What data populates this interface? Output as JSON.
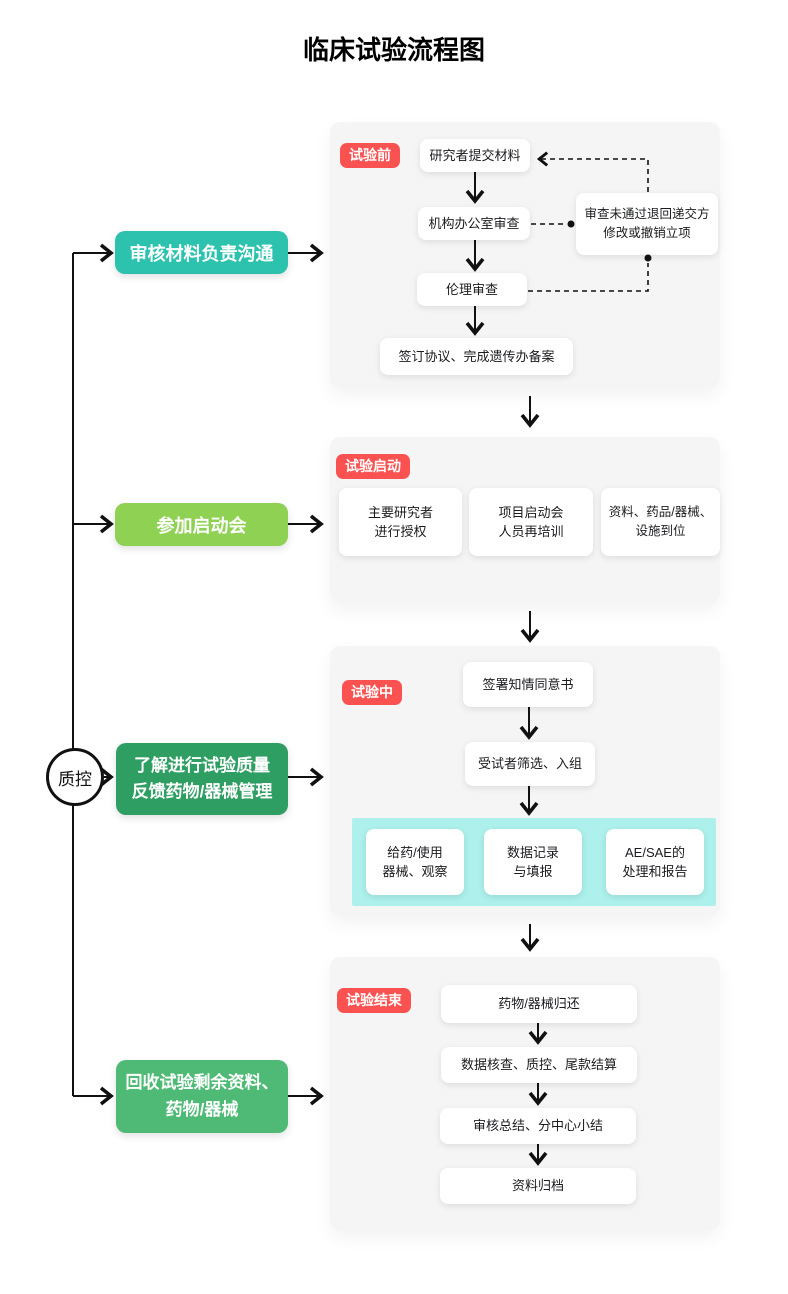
{
  "title": "临床试验流程图",
  "qc": {
    "label": "质控"
  },
  "colors": {
    "teal": "#2cc2ad",
    "light_green": "#8ed153",
    "dark_green": "#2f9e63",
    "green": "#4eba75",
    "tag_red": "#fa5151",
    "cyan_band": "#adf0ec",
    "panel_bg": "#f5f5f6"
  },
  "left_actions": [
    {
      "label": "审核材料负责沟通",
      "color": "#2cc2ad"
    },
    {
      "label": "参加启动会",
      "color": "#8ed153"
    },
    {
      "label": "了解进行试验质量\n反馈药物/器械管理",
      "color": "#2f9e63"
    },
    {
      "label": "回收试验剩余资料、\n药物/器械",
      "color": "#4eba75"
    }
  ],
  "stages": [
    {
      "tag": "试验前",
      "nodes": [
        "研究者提交材料",
        "机构办公室审查",
        "伦理审查",
        "签订协议、完成遗传办备案"
      ],
      "reject_note": "审查未通过退回递交方\n修改或撤销立项"
    },
    {
      "tag": "试验启动",
      "nodes": [
        "主要研究者\n进行授权",
        "项目启动会\n人员再培训",
        "资料、药品/器械、\n设施到位"
      ]
    },
    {
      "tag": "试验中",
      "nodes": [
        "签署知情同意书",
        "受试者筛选、入组"
      ],
      "highlight_nodes": [
        "给药/使用\n器械、观察",
        "数据记录\n与填报",
        "AE/SAE的\n处理和报告"
      ]
    },
    {
      "tag": "试验结束",
      "nodes": [
        "药物/器械归还",
        "数据核查、质控、尾款结算",
        "审核总结、分中心小结",
        "资料归档"
      ]
    }
  ]
}
